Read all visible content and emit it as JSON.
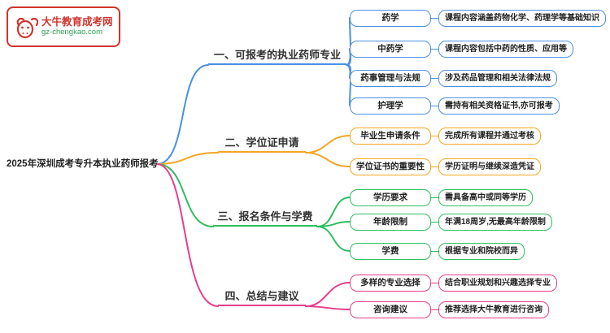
{
  "logo": {
    "site_name": "大牛教育成考网",
    "site_url": "gz-chengkao.com"
  },
  "root": {
    "label": "2025年深圳成考专升本执业药师报考"
  },
  "branches": [
    {
      "label": "一、可报考的执业药师专业",
      "color": "#4a90e2",
      "children": [
        {
          "label": "药学",
          "desc": "课程内容涵盖药物化学、药理学等基础知识"
        },
        {
          "label": "中药学",
          "desc": "课程内容包括中药的性质、应用等"
        },
        {
          "label": "药事管理与法规",
          "desc": "涉及药品管理和相关法律法规"
        },
        {
          "label": "护理学",
          "desc": "需持有相关资格证书,亦可报考"
        }
      ]
    },
    {
      "label": "二、学位证申请",
      "color": "#f5a623",
      "children": [
        {
          "label": "毕业生申请条件",
          "desc": "完成所有课程并通过考核"
        },
        {
          "label": "学位证书的重要性",
          "desc": "学历证明与继续深造凭证"
        }
      ]
    },
    {
      "label": "三、报名条件与学费",
      "color": "#2fbe60",
      "children": [
        {
          "label": "学历要求",
          "desc": "需具备高中或同等学历"
        },
        {
          "label": "年龄限制",
          "desc": "年满18周岁,无最高年龄限制"
        },
        {
          "label": "学费",
          "desc": "根据专业和院校而异"
        }
      ]
    },
    {
      "label": "四、总结与建议",
      "color": "#e83e8c",
      "children": [
        {
          "label": "多样的专业选择",
          "desc": "结合职业规划和兴趣选择专业"
        },
        {
          "label": "咨询建议",
          "desc": "推荐选择大牛教育进行咨询"
        }
      ]
    }
  ]
}
